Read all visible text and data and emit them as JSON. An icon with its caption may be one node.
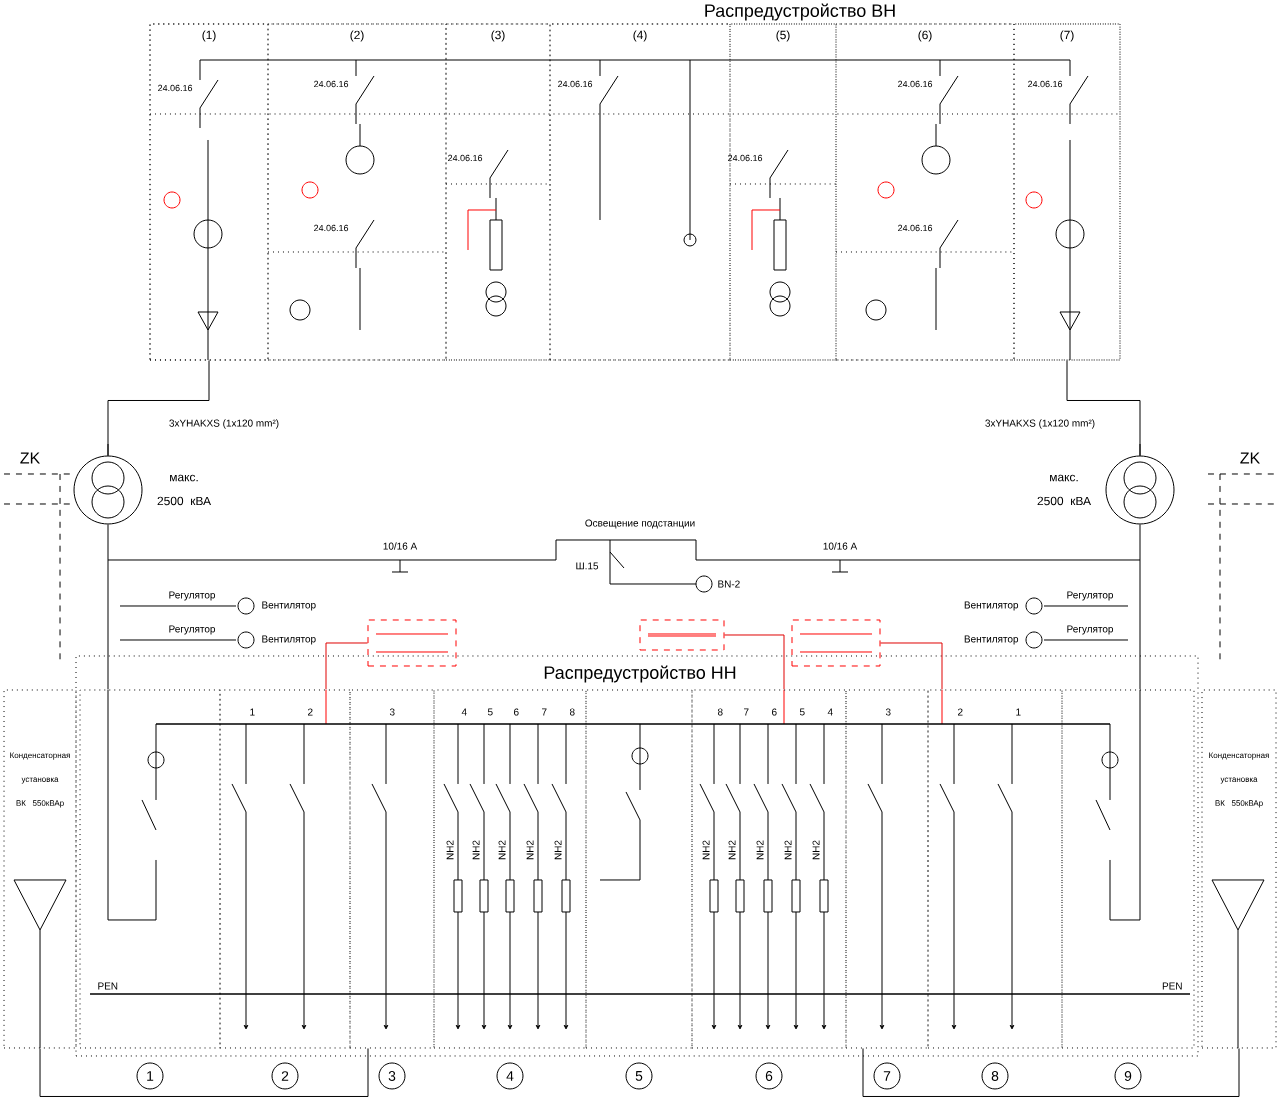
{
  "diagram": {
    "nodes": [
      {
        "text": [
          "Распредустройство ВН"
        ]
      },
      {
        "text": [
          "(1)"
        ],
        "in": 0
      },
      {
        "text": [
          "(2)"
        ],
        "in": 0
      },
      {
        "text": [
          "(3)"
        ],
        "in": 0
      },
      {
        "text": [
          "(4)"
        ],
        "in": 0
      },
      {
        "text": [
          "(5)"
        ],
        "in": 0
      },
      {
        "text": [
          "(6)"
        ],
        "in": 0
      },
      {
        "text": [
          "(7)"
        ],
        "in": 0
      },
      {
        "text": [],
        "shape": "circle",
        "beside": [
          "макс. 2500 кВА"
        ]
      },
      {
        "text": [],
        "shape": "circle",
        "beside": [
          "макс. 2500 кВА"
        ]
      },
      {
        "text": [
          "Распредустройство НН"
        ]
      },
      {
        "text": [
          "1"
        ],
        "in": 10
      },
      {
        "text": [
          "2"
        ],
        "in": 10
      },
      {
        "text": [
          "3"
        ],
        "in": 10
      },
      {
        "text": [
          "4"
        ],
        "in": 10
      },
      {
        "text": [
          "5"
        ],
        "in": 10
      },
      {
        "text": [
          "6"
        ],
        "in": 10
      },
      {
        "text": [
          "7"
        ],
        "in": 10
      },
      {
        "text": [
          "8"
        ],
        "in": 10
      },
      {
        "text": [
          "9"
        ],
        "in": 10
      },
      {
        "text": [
          "Конденсаторная установка ВК 550кВАр"
        ]
      },
      {
        "text": [
          "Конденсаторная установка ВК 550кВАр"
        ]
      },
      {
        "text": [],
        "shape": "box"
      },
      {
        "text": [],
        "shape": "box"
      },
      {
        "text": [],
        "shape": "box"
      }
    ],
    "edges": [
      {
        "from": 1,
        "to": 8,
        "arrow": "none",
        "label": "3xYHAKXS (1x120 mm²)"
      },
      {
        "from": 7,
        "to": 9,
        "arrow": "none",
        "label": "3xYHAKXS (1x120 mm²)"
      },
      {
        "from": 8,
        "to": 11,
        "arrow": "none"
      },
      {
        "from": 9,
        "to": 19,
        "arrow": "none"
      },
      {
        "from": 20,
        "to": 13,
        "arrow": "none"
      },
      {
        "from": 21,
        "to": 17,
        "arrow": "none"
      },
      {
        "from": 22,
        "to": 12,
        "arrow": "none",
        "color": "#e00000"
      },
      {
        "from": 23,
        "to": 16,
        "arrow": "none",
        "color": "#e00000"
      },
      {
        "from": 24,
        "to": 18,
        "arrow": "none",
        "color": "#e00000"
      }
    ],
    "labels": [
      "24.06.16",
      "24.06.16",
      "24.06.16",
      "24.06.16",
      "24.06.16",
      "24.06.16",
      "24.06.16",
      "24.06.16",
      "24.06.16",
      "ZK",
      "ZK",
      "Освещение подстанции",
      "10/16 A",
      "Ш.15",
      "10/16 A",
      "BN-2",
      "Регулятор",
      "Вентилятор",
      "Вентилятор",
      "Регулятор",
      "Регулятор",
      "Вентилятор",
      "Вентилятор",
      "Регулятор",
      "1",
      "2",
      "3",
      "4",
      "5",
      "6",
      "7",
      "8",
      "8",
      "7",
      "6",
      "5",
      "4",
      "3",
      "2",
      "1",
      "NH2",
      "NH2",
      "NH2",
      "NH2",
      "NH2",
      "NH2",
      "NH2",
      "NH2",
      "NH2",
      "NH2",
      "PEN",
      "PEN"
    ]
  }
}
